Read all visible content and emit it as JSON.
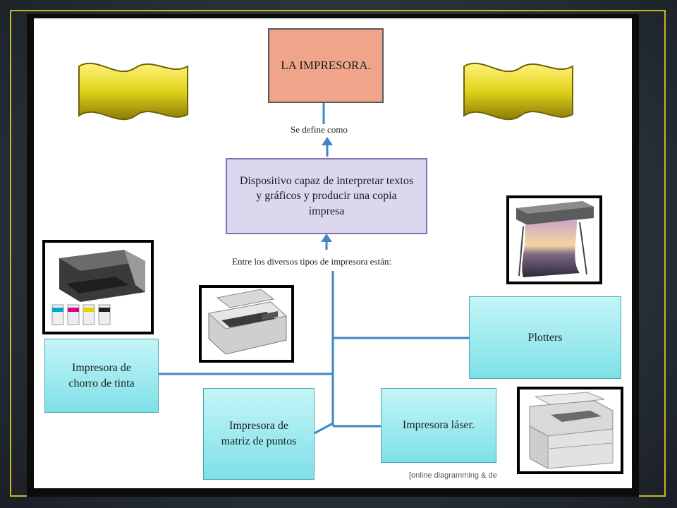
{
  "diagram": {
    "title": "LA IMPRESORA.",
    "define_link": "Se  define como",
    "definition": "Dispositivo capaz de interpretar textos y gráficos  y producir una copia impresa",
    "types_link": "Entre los diversos tipos de impresora están:",
    "types": {
      "inkjet": "Impresora de chorro de tinta",
      "dot_matrix": "Impresora de matriz de puntos",
      "laser": "Impresora láser.",
      "plotters": "Plotters"
    },
    "footer": "[online diagramming & de"
  },
  "images": {
    "inkjet": "inkjet-printer-picture",
    "dot_matrix": "dot-matrix-printer-picture",
    "laser": "laser-printer-picture",
    "plotter": "plotter-picture"
  },
  "colors": {
    "title_fill": "#f0a58a",
    "definition_fill": "#dcd6ef",
    "type_fill": "#7ee0e7",
    "connector": "#3f86c9",
    "banner_gold": "#e0d21a"
  }
}
